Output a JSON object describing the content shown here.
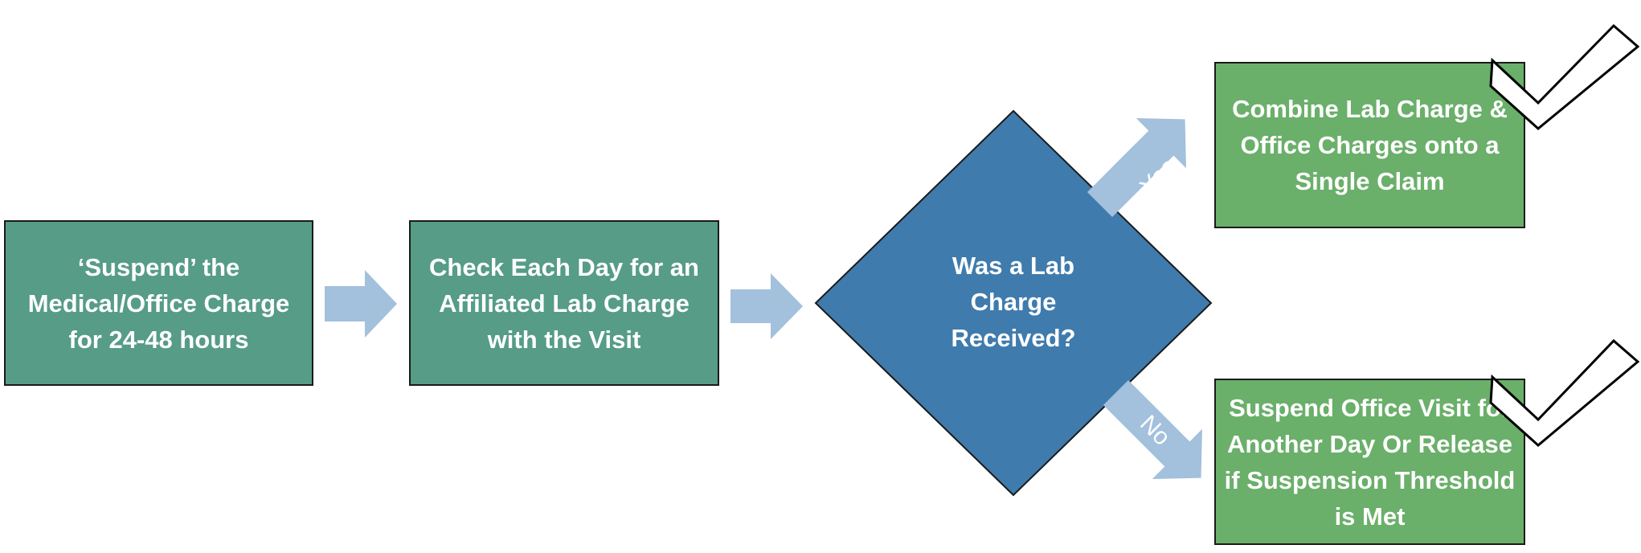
{
  "colors": {
    "teal_box": "#569c86",
    "green_box": "#6aaf6a",
    "diamond": "#3f7bad",
    "arrow": "#a3c0dc",
    "border": "#1a1a1a"
  },
  "steps": {
    "suspend": "‘Suspend’ the Medical/Office Charge for 24-48 hours",
    "check": "Check Each Day for an Affiliated Lab Charge with the Visit"
  },
  "decision": {
    "question": "Was a Lab Charge Received?",
    "yes_label": "Yes",
    "no_label": "No"
  },
  "outcomes": {
    "combine": "Combine Lab Charge & Office Charges onto a Single Claim",
    "suspend_again": "Suspend Office Visit for Another Day Or Release if Suspension Threshold is Met"
  },
  "icons": [
    "arrow-right-icon",
    "checkmark-icon"
  ]
}
